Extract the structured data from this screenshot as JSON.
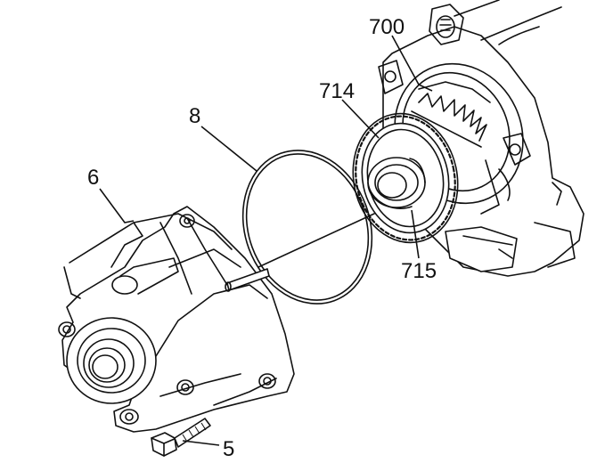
{
  "callouts": {
    "housing": "6",
    "seal": "8",
    "bolt": "5",
    "differential": "700",
    "gear": "714",
    "bearing": "715"
  }
}
